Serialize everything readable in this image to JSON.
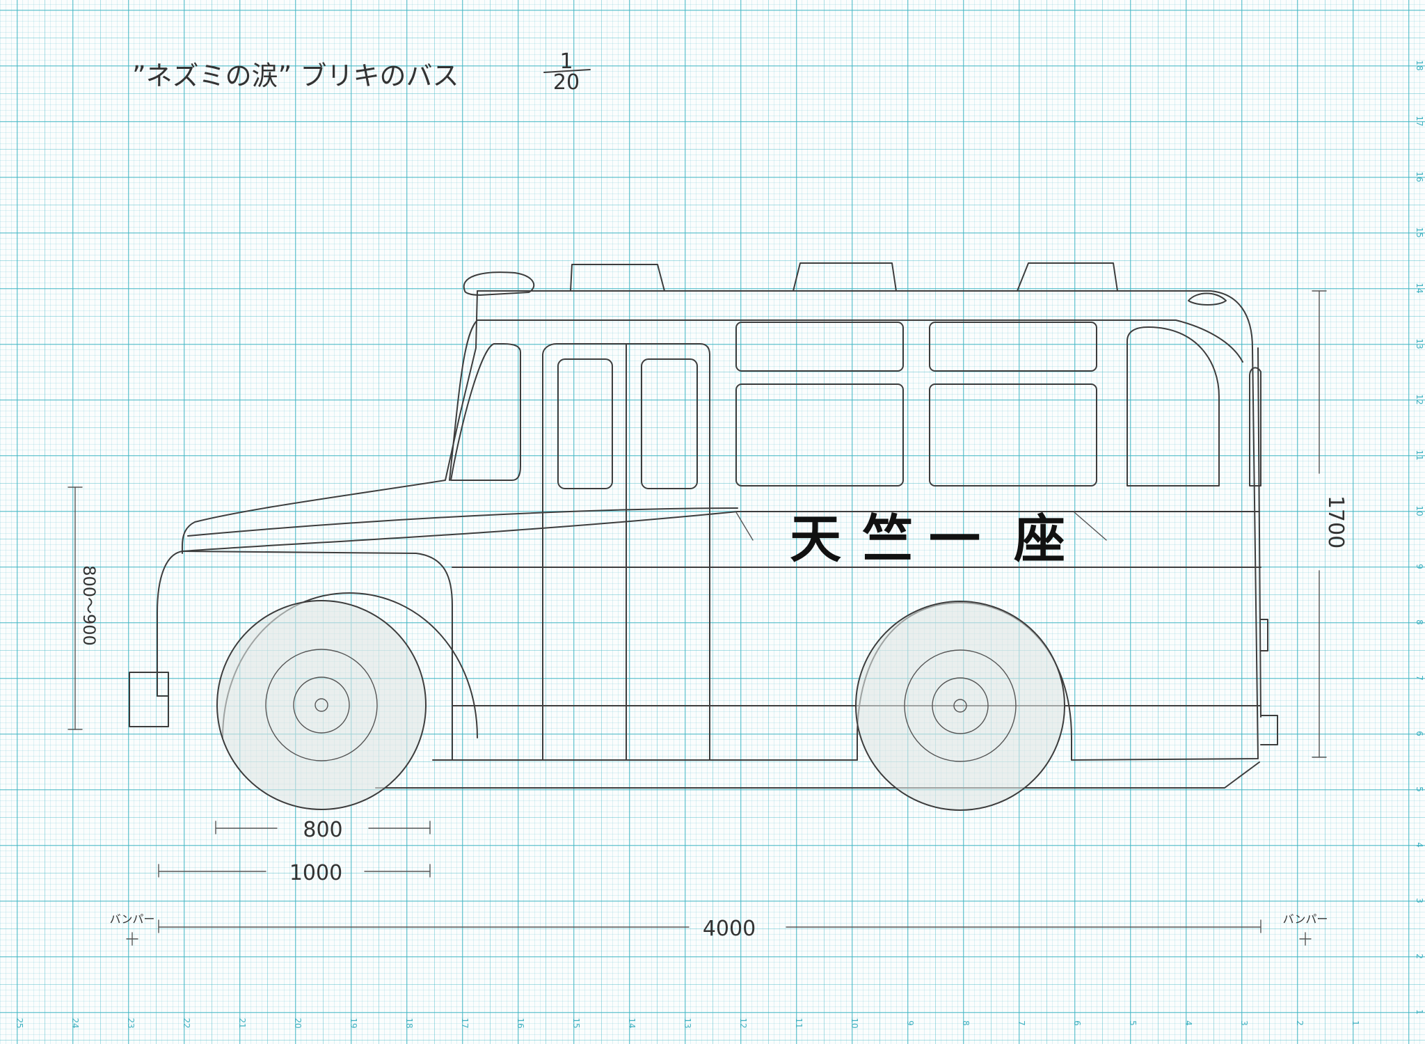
{
  "title": {
    "text": "”ネズミの涙” ブリキのバス",
    "scale_num": "1",
    "scale_den": "20"
  },
  "bus": {
    "logo_chars": [
      "天",
      "竺",
      "一",
      "座"
    ]
  },
  "dimensions": {
    "tire_dia": "800",
    "wheel_arch": "1000",
    "overall_length": "4000",
    "height": "1700",
    "ground_clearance": "800～900",
    "bumper_left": "バンパー",
    "bumper_right": "バンパー"
  },
  "grid": {
    "bottom_scale": [
      "25",
      "24",
      "23",
      "22",
      "21",
      "20",
      "19",
      "18",
      "17",
      "16",
      "15",
      "14",
      "13",
      "12",
      "11",
      "10",
      "9",
      "8",
      "7",
      "6",
      "5",
      "4",
      "3",
      "2",
      "1"
    ],
    "right_scale": [
      "18",
      "17",
      "16",
      "15",
      "14",
      "13",
      "12",
      "11",
      "10",
      "9",
      "8",
      "7",
      "6",
      "5",
      "4",
      "3",
      "2",
      "1"
    ]
  },
  "colors": {
    "grid": "#40b5c4",
    "pencil": "#3c3c3c"
  }
}
